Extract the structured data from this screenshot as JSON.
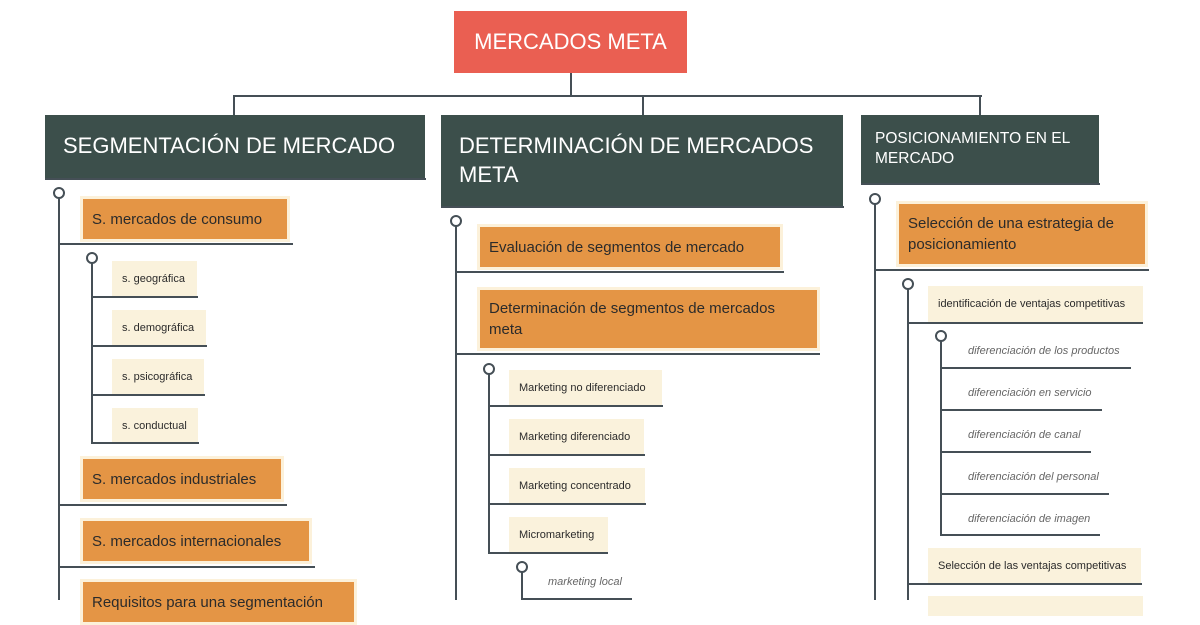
{
  "title": "MERCADOS META",
  "columns": [
    {
      "header": "SEGMENTACIÓN DE MERCADO",
      "items": [
        "S. mercados de consumo",
        "S. mercados industriales",
        "S. mercados internacionales",
        "Requisitos para una segmentación"
      ],
      "sub": [
        "s. geográfica",
        "s. demográfica",
        "s. psicográfica",
        "s. conductual"
      ]
    },
    {
      "header": "DETERMINACIÓN DE MERCADOS META",
      "items": [
        "Evaluación de segmentos de mercado",
        "Determinación de segmentos de mercados meta"
      ],
      "sub": [
        "Marketing no diferenciado",
        "Marketing diferenciado",
        "Marketing concentrado",
        "Micromarketing"
      ],
      "subsub": [
        "marketing local"
      ]
    },
    {
      "header": "POSICIONAMIENTO EN EL MERCADO",
      "items": [
        "Selección de una estrategia de posicionamiento"
      ],
      "sub": [
        "identificación de ventajas competitivas",
        "Selección de las ventajas competitivas"
      ],
      "subsub": [
        "diferenciación de los productos",
        "diferenciación en servicio",
        "diferenciación de canal",
        "diferenciación del personal",
        "diferenciación de imagen"
      ]
    }
  ]
}
